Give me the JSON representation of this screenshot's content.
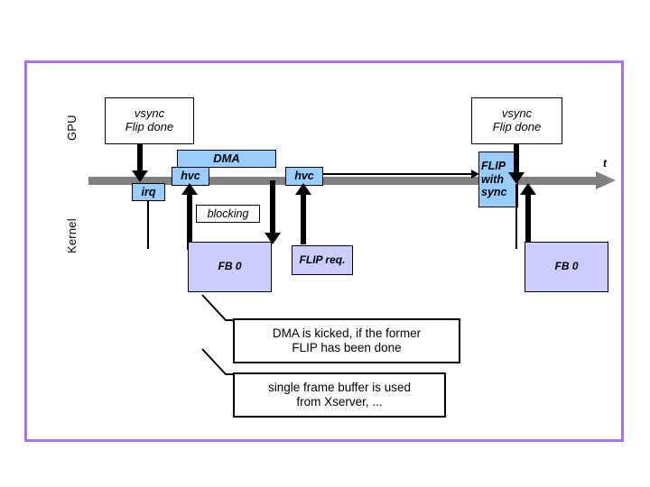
{
  "diagram": {
    "title_border_color": "#a96ff0",
    "lanes": [
      {
        "name": "gpu",
        "label": "GPU"
      },
      {
        "name": "kernel",
        "label": "Kernel"
      }
    ],
    "timeline": {
      "axis_label": "t",
      "color": "#808080"
    },
    "events": {
      "vsync_left": {
        "line1": "vsync",
        "line2": "Flip done"
      },
      "vsync_right": {
        "line1": "vsync",
        "line2": "Flip done"
      },
      "irq": "irq",
      "hvc_first": "hvc",
      "hvc_second": "hvc",
      "dma": "DMA",
      "blocking": "blocking",
      "flip_with_sync": {
        "line1": "FLIP",
        "line2": "with",
        "line3": "sync"
      }
    },
    "buffers": {
      "fb0_left": "FB 0",
      "flip_req": "FLIP req.",
      "fb0_right": "FB 0"
    },
    "annotations": [
      {
        "line1": "DMA is kicked, if the former",
        "line2": "FLIP has been done"
      },
      {
        "line1": "single frame buffer is used",
        "line2": "from Xserver, ..."
      }
    ],
    "colors": {
      "blue_box": "#99ccff",
      "lavender_box": "#ccccff",
      "timeline_gray": "#808080",
      "frame_purple": "#a96ff0"
    }
  }
}
